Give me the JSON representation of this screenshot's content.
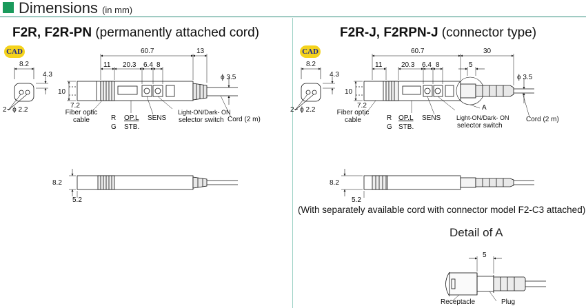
{
  "header": {
    "title": "Dimensions",
    "unit": "(in mm)"
  },
  "left": {
    "title_bold": "F2R, F2R-PN",
    "title_rest": " (permanently attached cord)",
    "cad": "CAD",
    "dims": {
      "d_60_7": "60.7",
      "d_13": "13",
      "d_11": "11",
      "d_20_3": "20.3",
      "d_6_4": "6.4",
      "d_8": "8",
      "d_8_2": "8.2",
      "d_4_3": "4.3",
      "d_10": "10",
      "d_7_2": "7.2",
      "d_2_2": "2− ϕ 2.2",
      "d_3_5": "ϕ 3.5",
      "d_8_2b": "8.2",
      "d_5_2": "5.2"
    },
    "labels": {
      "fiber": "Fiber optic",
      "cable": "cable",
      "r": "R",
      "g": "G",
      "opl": "OP.L",
      "stb": "STB.",
      "sens": "SENS",
      "light_on": "Light-ON/Dark- ON",
      "selector": "selector switch",
      "cord": "Cord (2 m)"
    }
  },
  "right": {
    "title_bold": "F2R-J, F2RPN-J",
    "title_rest": " (connector type)",
    "cad": "CAD",
    "dims": {
      "d_60_7": "60.7",
      "d_30": "30",
      "d_11": "11",
      "d_20_3": "20.3",
      "d_6_4": "6.4",
      "d_8": "8",
      "d_5": "5",
      "d_8_2": "8.2",
      "d_4_3": "4.3",
      "d_10": "10",
      "d_7_2": "7.2",
      "d_2_2": "2− ϕ 2.2",
      "d_3_5": "ϕ 3.5",
      "d_a": "A",
      "d_8_2b": "8.2",
      "d_5_2": "5.2"
    },
    "labels": {
      "fiber": "Fiber optic",
      "cable": "cable",
      "r": "R",
      "g": "G",
      "opl": "OP.L",
      "stb": "STB.",
      "sens": "SENS",
      "light_on": "Light-ON/Dark- ON",
      "selector": "selector switch",
      "cord": "Cord (2 m)"
    },
    "note": "(With separately available cord with connector model F2-C3 attached)",
    "detail": {
      "title": "Detail of A",
      "d_5": "5",
      "receptacle": "Receptacle",
      "plug": "Plug"
    }
  },
  "colors": {
    "accent_square": "#1a9a5c",
    "rule": "#2a8a78",
    "divider": "#9ad0c4",
    "cad_badge": "#f4d21c",
    "cad_text": "#1d2a8a"
  }
}
